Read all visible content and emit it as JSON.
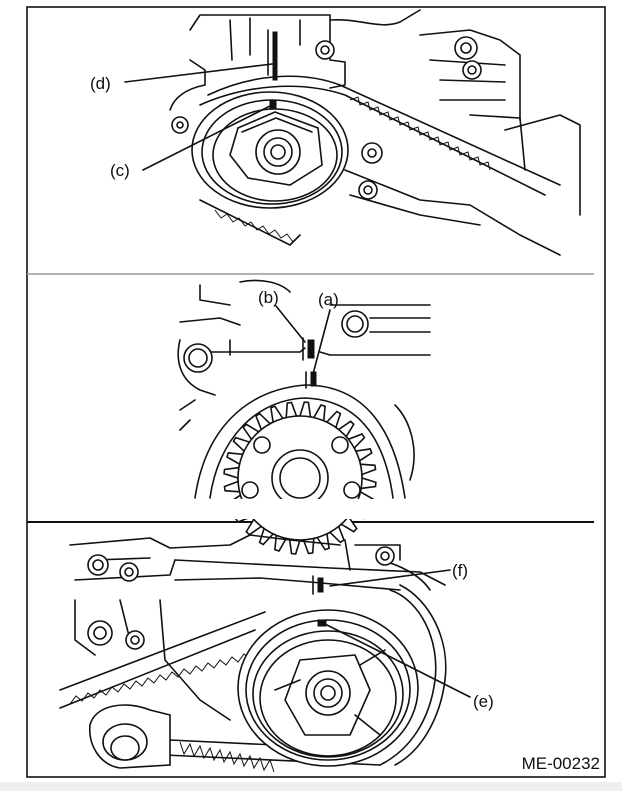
{
  "labels": {
    "a": "(a)",
    "b": "(b)",
    "c": "(c)",
    "d": "(d)",
    "e": "(e)",
    "f": "(f)"
  },
  "figure_code": "ME-00232",
  "colors": {
    "line": "#111111",
    "background": "#ffffff"
  }
}
